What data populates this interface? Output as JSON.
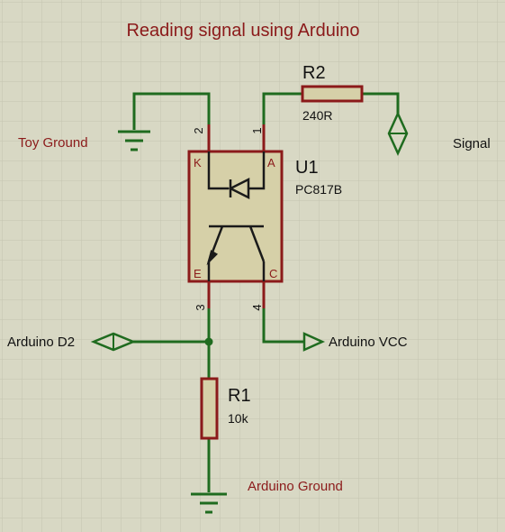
{
  "title": "Reading signal using Arduino",
  "labels": {
    "toy_ground": "Toy Ground",
    "signal": "Signal",
    "arduino_d2": "Arduino D2",
    "arduino_vcc": "Arduino VCC",
    "arduino_ground": "Arduino Ground"
  },
  "components": {
    "r2": {
      "ref": "R2",
      "value": "240R"
    },
    "r1": {
      "ref": "R1",
      "value": "10k"
    },
    "u1": {
      "ref": "U1",
      "part": "PC817B",
      "pin_k": "K",
      "pin_a": "A",
      "pin_e": "E",
      "pin_c": "C",
      "pin1": "1",
      "pin2": "2",
      "pin3": "3",
      "pin4": "4"
    }
  },
  "colors": {
    "background": "#d8d8c4",
    "grid": "#c4c4b0",
    "wire": "#1f6b1f",
    "component": "#8b1a1a",
    "component_fill": "#d6d0a8",
    "label_red": "#8b1a1a",
    "label_black": "#111111"
  }
}
